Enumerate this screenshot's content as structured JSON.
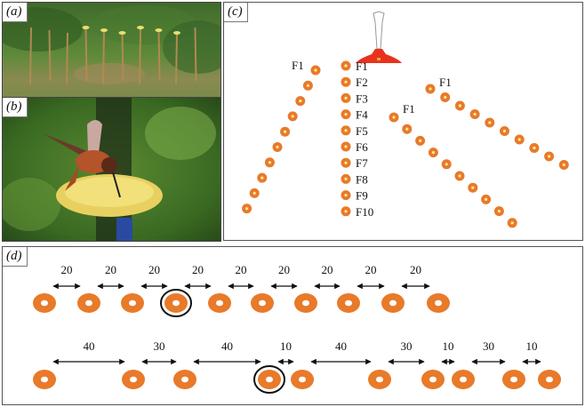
{
  "figure": {
    "panels": {
      "a": {
        "label": "(a)",
        "description": "photo of feeder stakes in a field",
        "stake_count": 10
      },
      "b": {
        "label": "(b)",
        "description": "photo of hummingbird feeding at a yellow feeder"
      },
      "c": {
        "label": "(c)",
        "feeder_icon": "hummingbird-feeder-icon",
        "center_line_labels": [
          "F1",
          "F2",
          "F3",
          "F4",
          "F5",
          "F6",
          "F7",
          "F8",
          "F9",
          "F10"
        ],
        "left_line_label": "F1",
        "right_line_1_label": "F1",
        "right_line_2_label": "F1",
        "flowers_per_line": 10
      },
      "d": {
        "label": "(d)",
        "row1": {
          "gaps": [
            "20",
            "20",
            "20",
            "20",
            "20",
            "20",
            "20",
            "20",
            "20"
          ],
          "highlighted_index": 3
        },
        "row2": {
          "gaps": [
            "40",
            "30",
            "40",
            "10",
            "40",
            "30",
            "10",
            "30",
            "10"
          ],
          "highlighted_index": 3
        }
      }
    },
    "colors": {
      "flower": "#e87a2a",
      "flower_center": "#ffffff",
      "feeder_red": "#e8321e",
      "arrow": "#111111",
      "border": "#555555"
    }
  }
}
